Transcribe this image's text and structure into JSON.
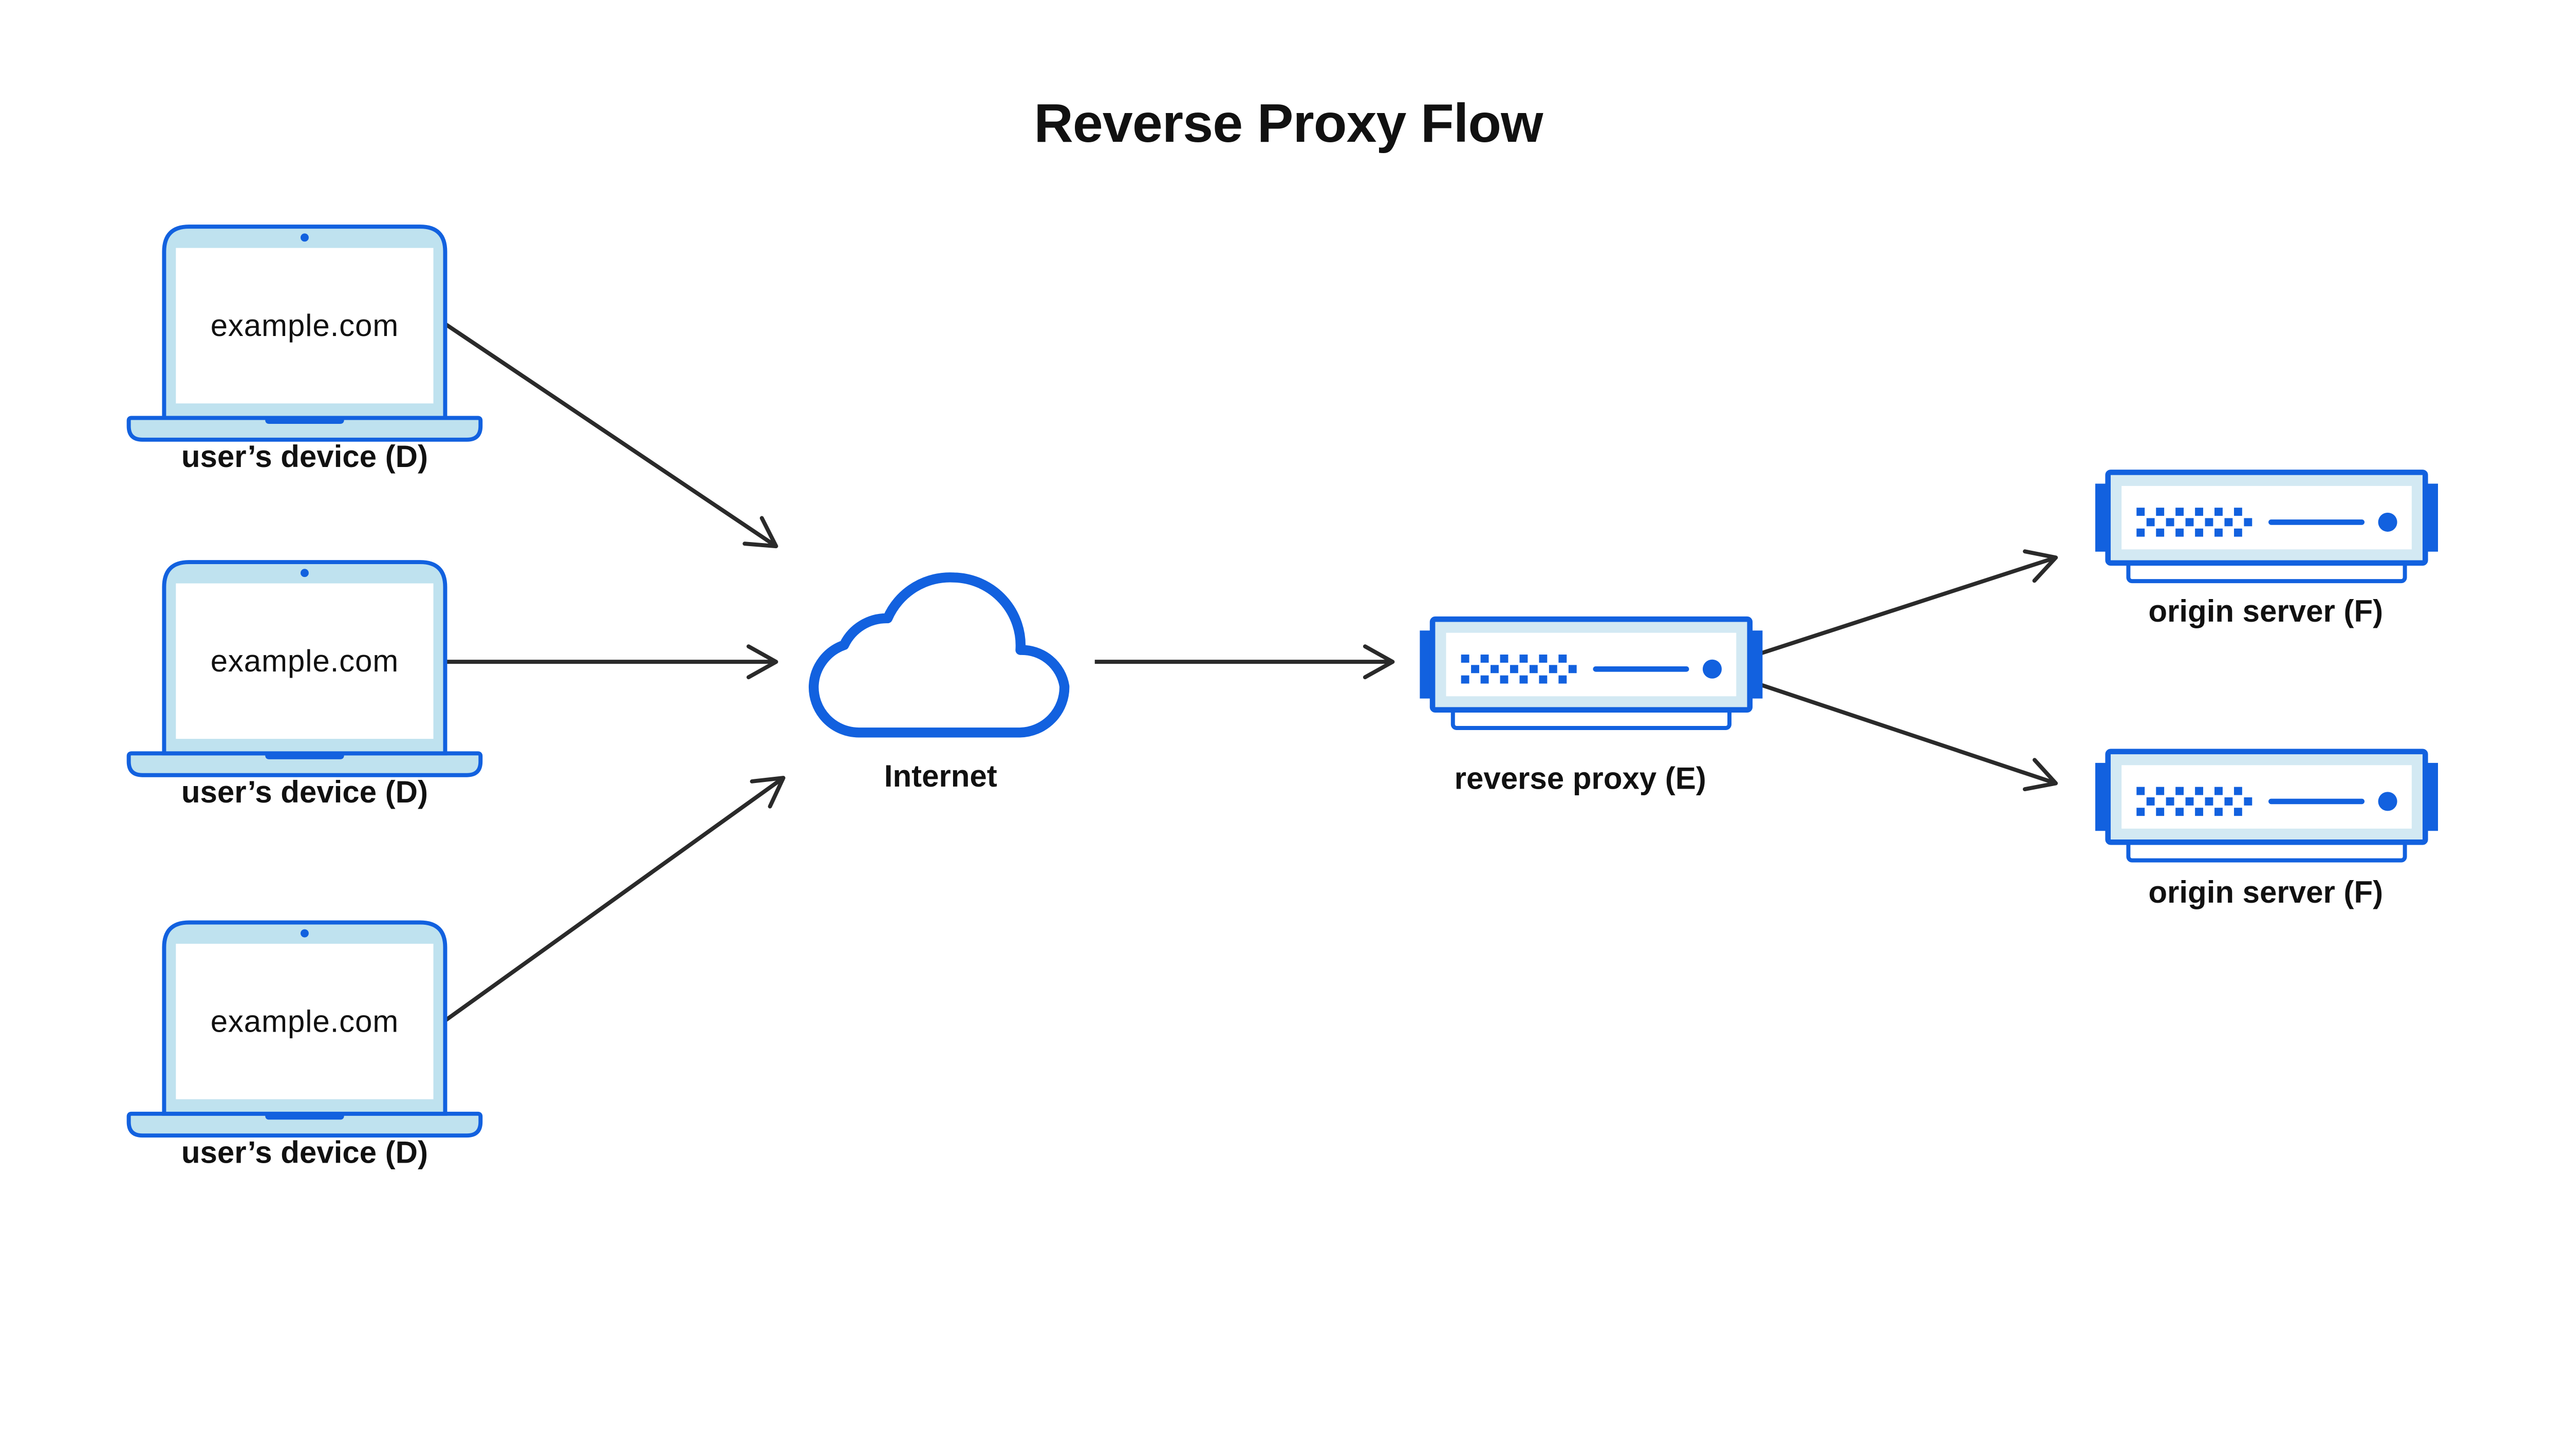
{
  "title": "Reverse Proxy Flow",
  "nodes": {
    "devices": [
      {
        "screen_text": "example.com",
        "label": "user’s device (D)"
      },
      {
        "screen_text": "example.com",
        "label": "user’s device (D)"
      },
      {
        "screen_text": "example.com",
        "label": "user’s device (D)"
      }
    ],
    "internet": {
      "label": "Internet"
    },
    "reverse_proxy": {
      "label": "reverse proxy (E)"
    },
    "origin_servers": [
      {
        "label": "origin server (F)"
      },
      {
        "label": "origin server (F)"
      }
    ]
  },
  "colors": {
    "accent": "#1261df",
    "bezel": "#bfe2ef",
    "panel": "#d3e9f3",
    "arrow": "#2a2a2a",
    "ink": "#111111",
    "bg": "#ffffff"
  }
}
